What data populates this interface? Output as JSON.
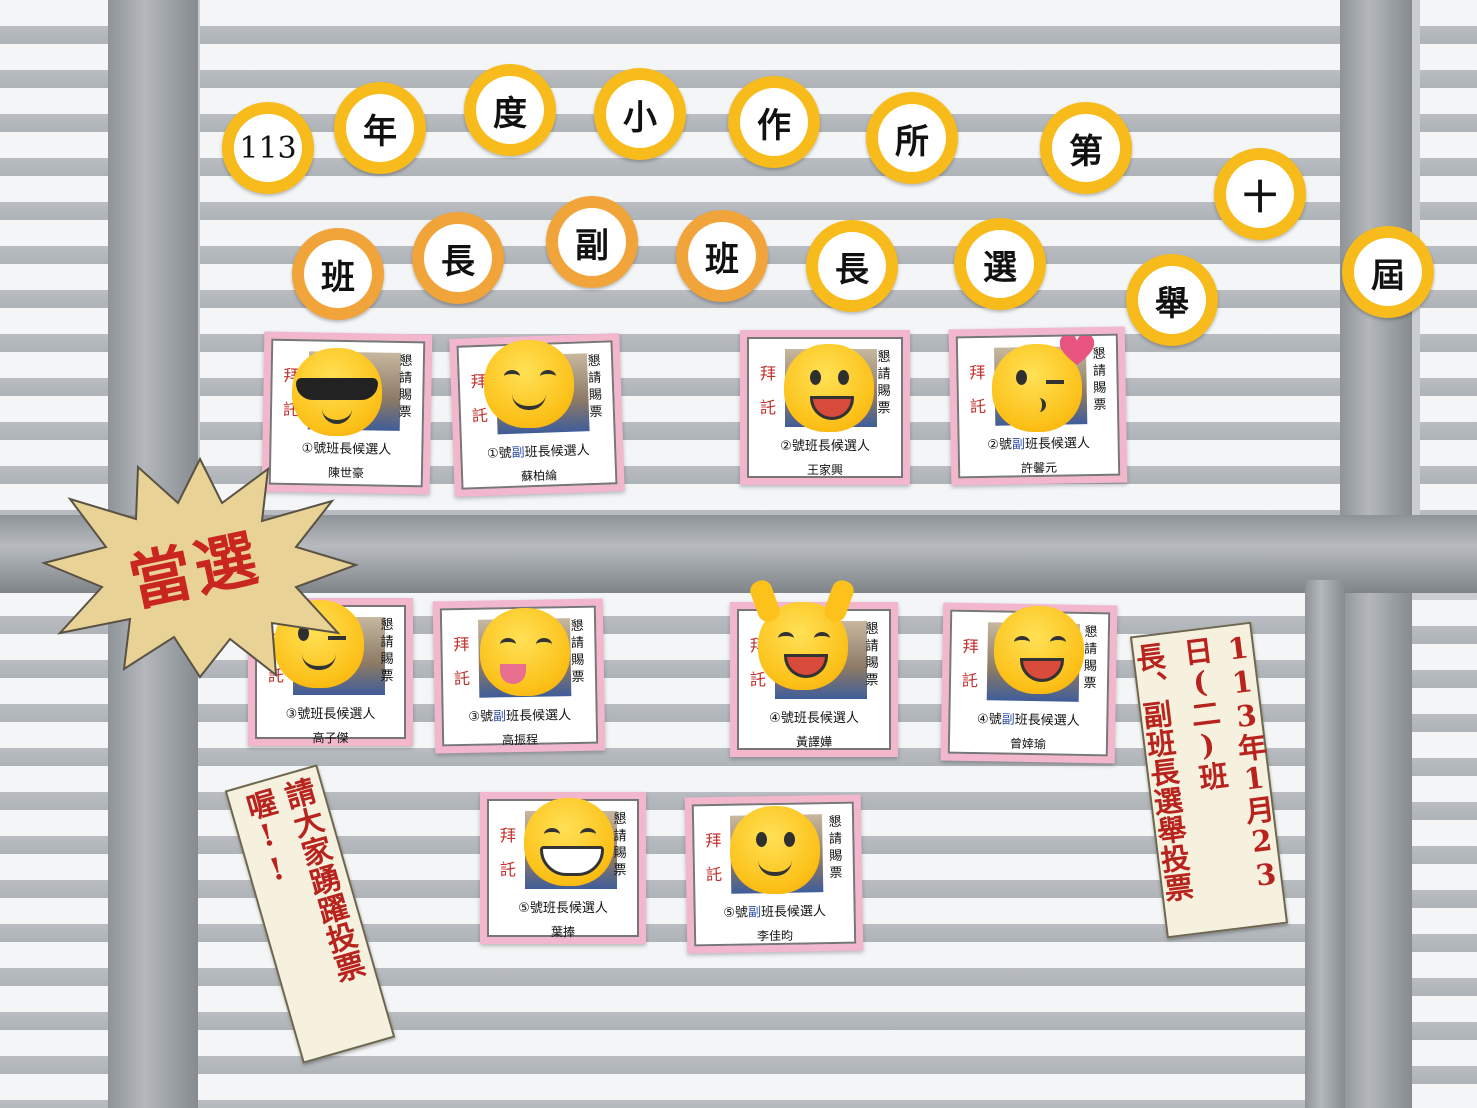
{
  "title_row1": [
    "113",
    "年",
    "度",
    "小",
    "作",
    "所",
    "第",
    "十"
  ],
  "title_row2": [
    "班",
    "長",
    "副",
    "班",
    "長",
    "選",
    "舉",
    "屆"
  ],
  "poster_labels": {
    "bai": [
      "拜",
      "託"
    ],
    "ask": [
      "懇",
      "請",
      "賜",
      "票"
    ]
  },
  "candidates": [
    {
      "num": "①",
      "role_prefix": "號",
      "vice": "",
      "role": "班長候選人",
      "name": "陳世豪",
      "emoji": "sunglasses-emoji-icon"
    },
    {
      "num": "①",
      "role_prefix": "號",
      "vice": "副",
      "role": "班長候選人",
      "name": "蘇柏綸",
      "emoji": "smiling-eyes-emoji-icon"
    },
    {
      "num": "②",
      "role_prefix": "號",
      "vice": "",
      "role": "班長候選人",
      "name": "王家興",
      "emoji": "smiling-emoji-icon"
    },
    {
      "num": "②",
      "role_prefix": "號",
      "vice": "副",
      "role": "班長候選人",
      "name": "許馨元",
      "emoji": "kiss-heart-emoji-icon"
    },
    {
      "num": "③",
      "role_prefix": "號",
      "vice": "",
      "role": "班長候選人",
      "name": "高子傑",
      "emoji": "wink-emoji-icon"
    },
    {
      "num": "③",
      "role_prefix": "號",
      "vice": "副",
      "role": "班長候選人",
      "name": "高振程",
      "emoji": "tongue-emoji-icon"
    },
    {
      "num": "④",
      "role_prefix": "號",
      "vice": "",
      "role": "班長候選人",
      "name": "黃譯嬅",
      "emoji": "raised-arms-emoji-icon"
    },
    {
      "num": "④",
      "role_prefix": "號",
      "vice": "副",
      "role": "班長候選人",
      "name": "曾婞瑜",
      "emoji": "laughing-emoji-icon"
    },
    {
      "num": "⑤",
      "role_prefix": "號",
      "vice": "",
      "role": "班長候選人",
      "name": "葉捧",
      "emoji": "grinning-emoji-icon"
    },
    {
      "num": "⑤",
      "role_prefix": "號",
      "vice": "副",
      "role": "班長候選人",
      "name": "李佳昀",
      "emoji": "slight-smile-emoji-icon"
    }
  ],
  "elected_sign": "當選",
  "vote_reminder": "請大家踴躍投票喔!!",
  "election_date_banner": {
    "col1": "113年1月23日(二)班",
    "col2": "長、副班長選舉投票"
  },
  "colors": {
    "circle_yellow": "#f7bb1c",
    "circle_orange": "#f0a43a",
    "poster_pink": "#f2b6cd",
    "sign_red": "#c8261e"
  }
}
